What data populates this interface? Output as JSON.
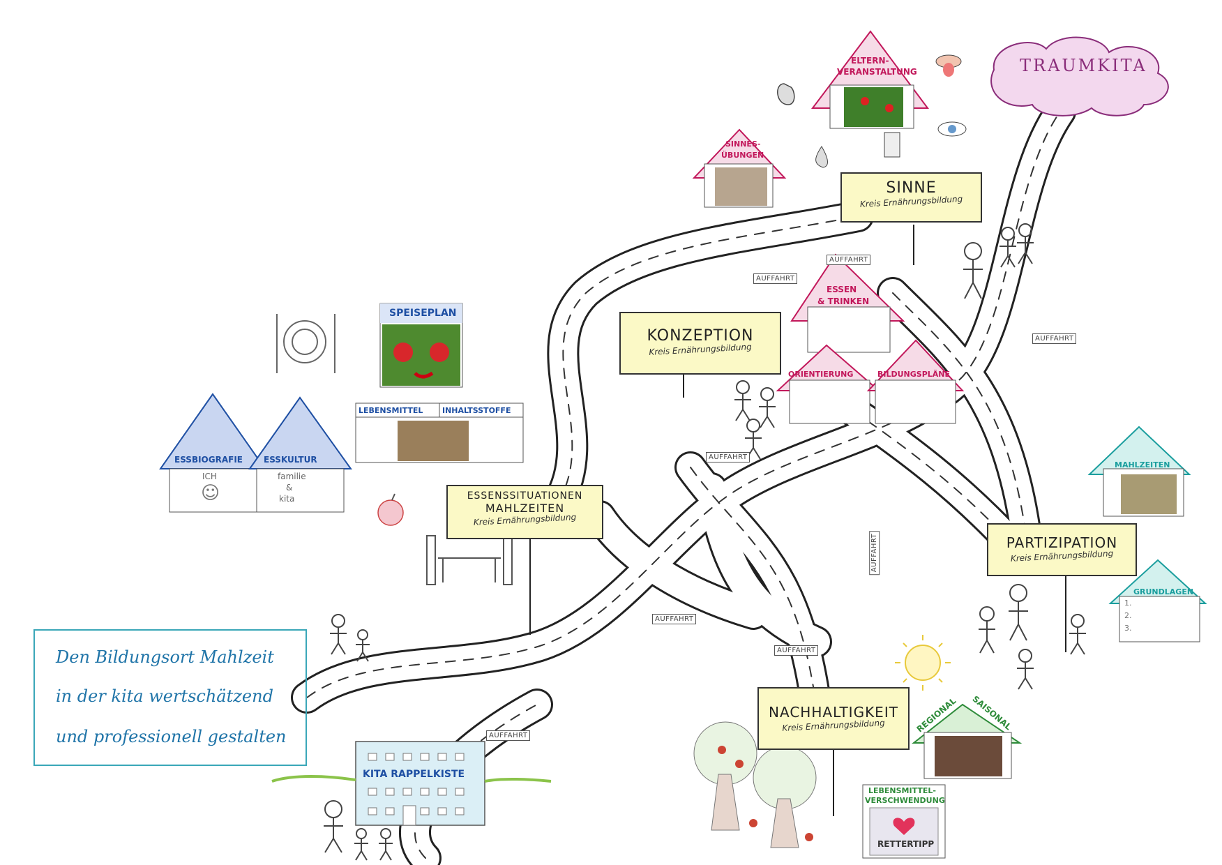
{
  "title_box": {
    "line1": "Den Bildungsort Mahlzeit",
    "line2": "in der kita wertschätzend",
    "line3": "und professionell gestalten"
  },
  "goal": {
    "label": "TRAUMKITA",
    "color": "#b02a8a"
  },
  "stations": {
    "sinne": {
      "title": "SINNE",
      "subtitle": "Kreis Ernährungsbildung"
    },
    "konzeption": {
      "title": "KONZEPTION",
      "subtitle": "Kreis Ernährungsbildung"
    },
    "essenssituationen": {
      "title1": "ESSENSSITUATIONEN",
      "title2": "MAHLZEITEN",
      "subtitle": "Kreis Ernährungsbildung"
    },
    "partizipation": {
      "title": "PARTIZIPATION",
      "subtitle": "Kreis Ernährungsbildung"
    },
    "nachhaltigkeit": {
      "title": "NACHHALTIGKEIT",
      "subtitle": "Kreis Ernährungsbildung"
    }
  },
  "houses": {
    "eltern": {
      "title1": "ELTERN-",
      "title2": "VERANSTALTUNG",
      "color": "#c2185b"
    },
    "sinnesuebungen": {
      "title1": "SINNES-",
      "title2": "ÜBUNGEN",
      "color": "#c2185b"
    },
    "essen_trinken": {
      "title1": "ESSEN",
      "title2": "& TRINKEN",
      "color": "#c2185b"
    },
    "orientierung": {
      "title": "ORIENTIERUNG",
      "color": "#c2185b"
    },
    "bildungsplaene": {
      "title": "BILDUNGSPLÄNE",
      "color": "#c2185b"
    },
    "essbiografie": {
      "title": "ESSBIOGRAFIE",
      "body": "ICH",
      "color": "#1e4fa3"
    },
    "esskultur": {
      "title": "ESSKULTUR",
      "body1": "familie",
      "body2": "&",
      "body3": "kita",
      "color": "#1e4fa3"
    },
    "mahlzeiten": {
      "title": "MAHLZEITEN",
      "color": "#1b9e9e"
    },
    "grundlagen": {
      "title": "GRUNDLAGEN",
      "items": [
        "1.",
        "2.",
        "3."
      ],
      "color": "#1b9e9e"
    },
    "regional": {
      "left": "REGIONAL",
      "right": "SAISONAL",
      "color": "#2e8b3a"
    }
  },
  "boards": {
    "speiseplan": {
      "title": "SPEISEPLAN",
      "color": "#1e4fa3"
    },
    "lebensmittel": {
      "title_left": "LEBENSMITTEL",
      "title_right": "INHALTSSTOFFE",
      "color": "#1e4fa3"
    },
    "verschwendung": {
      "title1": "LEBENSMITTEL-",
      "title2": "VERSCHWENDUNG",
      "badge": "RETTERTIPP",
      "color": "#2e8b3a"
    }
  },
  "kita": {
    "label": "KITA RAPPELKISTE",
    "color": "#1e4fa3"
  },
  "ramps": [
    "AUFFAHRT",
    "AUFFAHRT",
    "AUFFAHRT",
    "AUFFAHRT",
    "AUFFAHRT",
    "AUFFAHRT",
    "AUFFAHRT",
    "AUFFAHRT"
  ],
  "icons": [
    "ear-icon",
    "mouth-icon",
    "eye-icon",
    "nose-icon",
    "hand-icon",
    "plate-cutlery-icon",
    "apple-icon",
    "sun-icon",
    "tree-icon",
    "heart-icon"
  ]
}
